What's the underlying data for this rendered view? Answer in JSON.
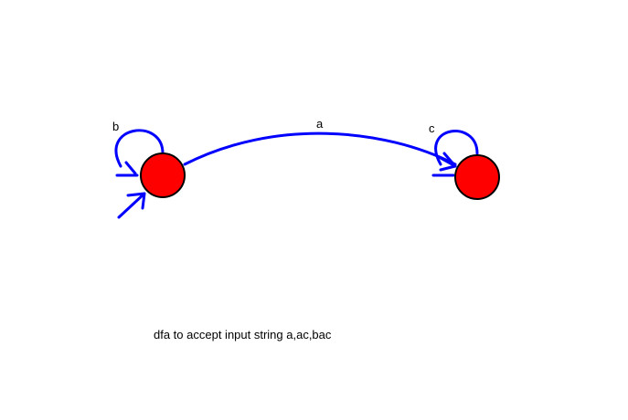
{
  "diagram": {
    "caption": "dfa to accept input string a,ac,bac",
    "colors": {
      "state_fill": "#ff0000",
      "state_stroke": "#000000",
      "edge": "#0000ff"
    },
    "states": [
      {
        "id": "q0",
        "initial": true,
        "self_loop_label": "b"
      },
      {
        "id": "q1",
        "initial": false,
        "self_loop_label": "c"
      }
    ],
    "transitions": [
      {
        "from": "q0",
        "to": "q0",
        "label": "b"
      },
      {
        "from": "q0",
        "to": "q1",
        "label": "a"
      },
      {
        "from": "q1",
        "to": "q1",
        "label": "c"
      }
    ]
  }
}
